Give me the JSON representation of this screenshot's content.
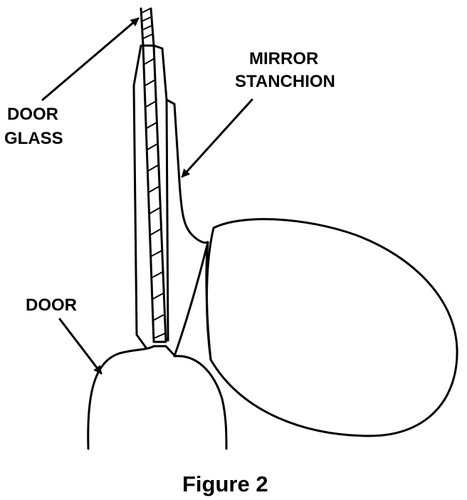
{
  "labels": {
    "door_glass_line1": "DOOR",
    "door_glass_line2": "GLASS",
    "mirror_stanchion_line1": "MIRROR",
    "mirror_stanchion_line2": "STANCHION",
    "door": "DOOR"
  },
  "caption": "Figure 2",
  "colors": {
    "ink": "#000000",
    "paper": "#ffffff"
  }
}
